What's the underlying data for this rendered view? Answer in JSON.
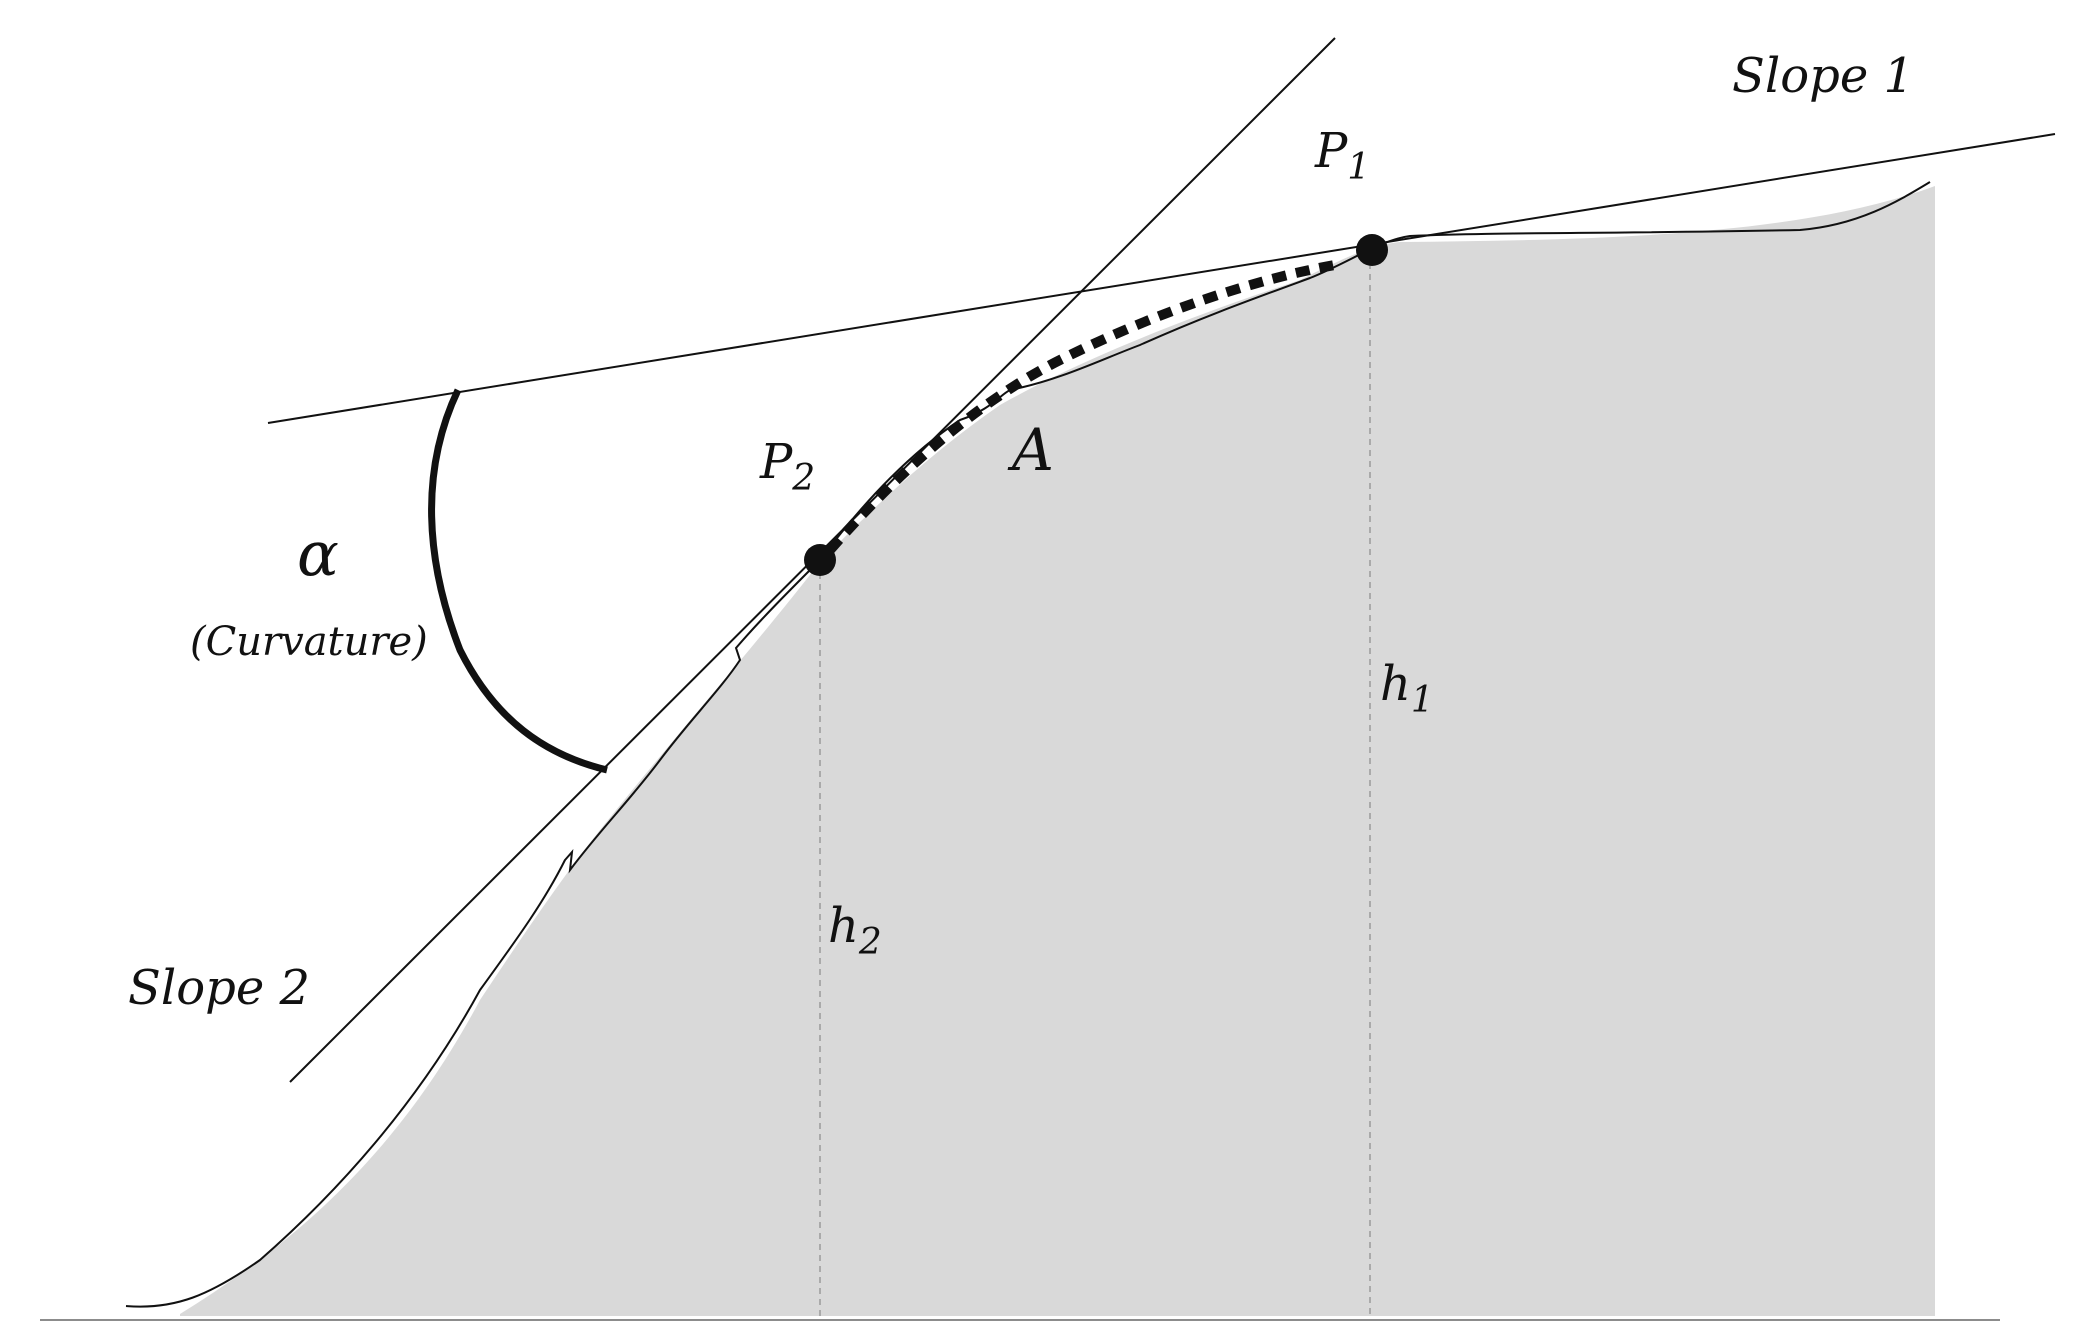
{
  "diagram": {
    "labels": {
      "slope1": "Slope 1",
      "slope2": "Slope 2",
      "p1_base": "P",
      "p1_sub": "1",
      "p2_base": "P",
      "p2_sub": "2",
      "area": "A",
      "alpha": "α",
      "curvature": "(Curvature)",
      "h1_base": "h",
      "h1_sub": "1",
      "h2_base": "h",
      "h2_sub": "2"
    },
    "colors": {
      "terrain_fill": "#d9d9d9",
      "line": "#111111",
      "guide": "#9a9a9a"
    }
  }
}
